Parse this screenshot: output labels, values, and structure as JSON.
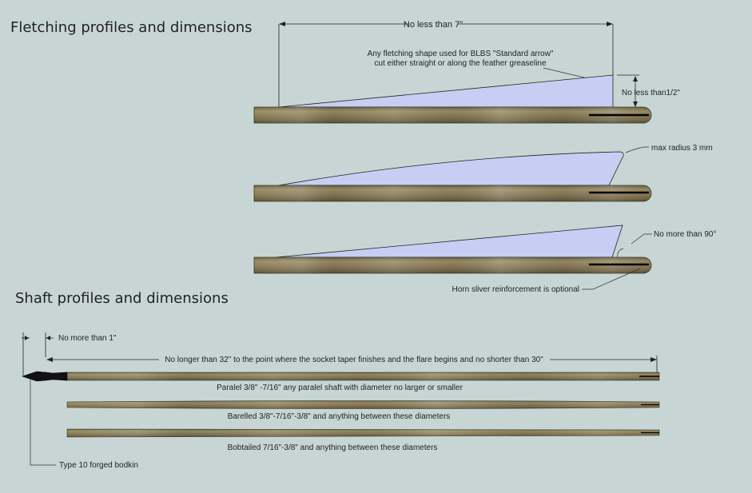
{
  "headings": {
    "fletching": "Fletching profiles and dimensions",
    "shaft": "Shaft profiles and dimensions"
  },
  "annotations": {
    "no_less_7": "No less than 7\"",
    "fletch_note_1": "Any fletching shape used for BLBS \"Standard arrow\"",
    "fletch_note_2": "cut either straight or along the feather greaseline",
    "no_less_half": "No less than1/2\"",
    "max_radius": "max radius 3 mm",
    "no_more_90": "No more than 90°",
    "horn_sliver": "Horn sliver reinforcement is optional",
    "no_more_1": "No more than 1\"",
    "length_rule": "No longer than 32\" to the point where the socket taper finishes and the flare begins and no shorter than 30\"",
    "paralel": "Paralel 3/8\" -7/16\" any paralel shaft with diameter no larger or smaller",
    "barelled": "Barelled 3/8\"-7/16\"-3/8\" and anything between these diameters",
    "bobtailed": "Bobtailed 7/16\"-3/8\" and anything between these diameters",
    "bodkin": "Type 10 forged bodkin"
  },
  "colors": {
    "background": "#c7d6d5",
    "vane": "#c8cdf3",
    "wood": "#8c7f5c"
  }
}
